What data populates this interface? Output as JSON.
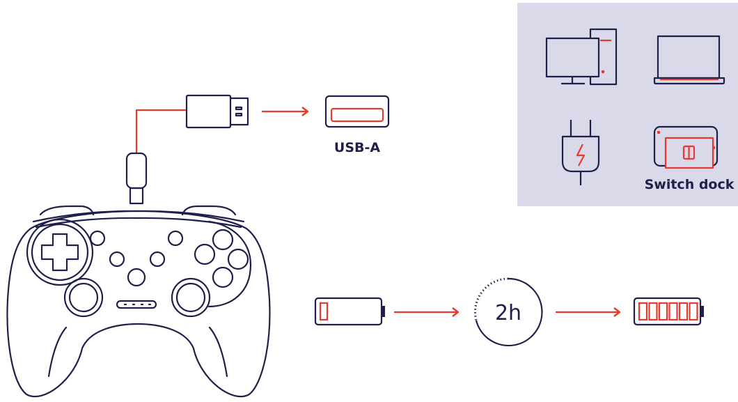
{
  "labels": {
    "usb_a": "USB-A",
    "switch_dock": "Switch dock",
    "charge_time": "2h"
  },
  "power_sources": [
    "desktop-computer",
    "laptop",
    "wall-charger",
    "switch-dock"
  ],
  "icons": {
    "controller": "gamepad-icon",
    "cable": "usb-c-to-usb-a-cable-icon",
    "port": "usb-a-port-icon",
    "battery_empty": "battery-low-icon",
    "timer": "timer-icon",
    "battery_full": "battery-full-icon"
  },
  "battery_full_segments": 6,
  "colors": {
    "outline": "#1f1f4a",
    "accent": "#e43b2c",
    "panel": "#d9d9ea"
  }
}
